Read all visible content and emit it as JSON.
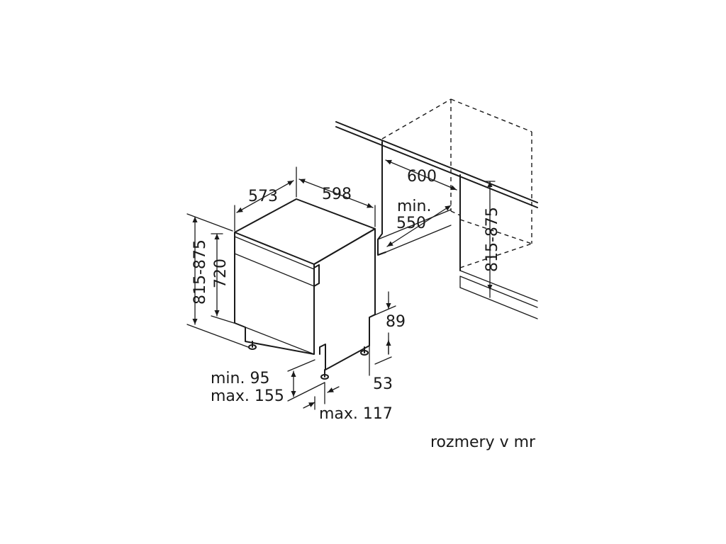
{
  "diagram": {
    "dimensions": {
      "depth": "573",
      "width": "598",
      "total_height": "815-875",
      "body_height": "720",
      "niche_width": "600",
      "niche_min_label": "min.",
      "niche_min_value": "550",
      "niche_height": "815-875",
      "plinth_top": "89",
      "plinth_bottom": "53",
      "foot_min": "min. 95",
      "foot_max": "max. 155",
      "foot_depth_max": "max. 117"
    },
    "caption": "rozmery v mr"
  }
}
